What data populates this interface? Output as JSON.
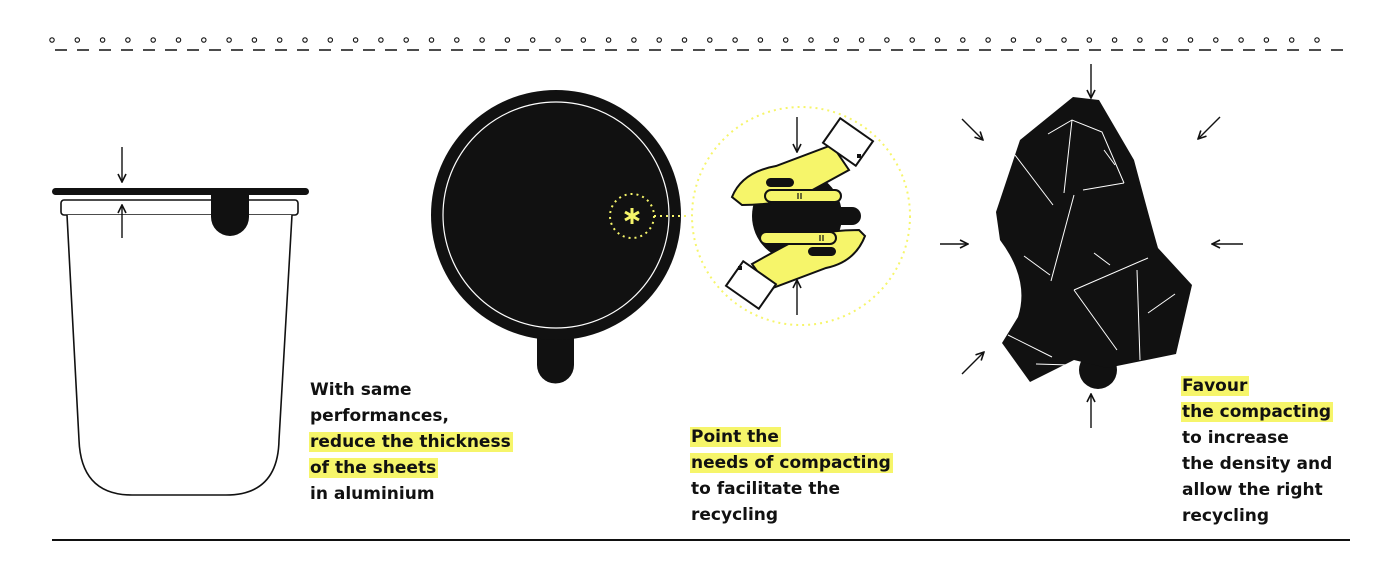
{
  "colors": {
    "ink": "#111111",
    "highlight": "#f6f56a",
    "background": "#ffffff"
  },
  "icons": [
    "cup-side-view",
    "cup-top-view",
    "hands-compacting-icon",
    "crumpled-capsule-icon",
    "asterisk-icon",
    "arrow-icon"
  ],
  "captions": [
    {
      "id": "thickness",
      "lines": [
        {
          "text": "With same",
          "highlight": false
        },
        {
          "text": "performances,",
          "highlight": false
        },
        {
          "text": "reduce the thickness",
          "highlight": true
        },
        {
          "text": "of the sheets",
          "highlight": true
        },
        {
          "text": "in aluminium",
          "highlight": false
        }
      ]
    },
    {
      "id": "point",
      "lines": [
        {
          "text": "Point the",
          "highlight": true
        },
        {
          "text": "needs of compacting",
          "highlight": true
        },
        {
          "text": "to facilitate the",
          "highlight": false
        },
        {
          "text": "recycling",
          "highlight": false
        }
      ]
    },
    {
      "id": "favour",
      "lines": [
        {
          "text": "Favour",
          "highlight": true
        },
        {
          "text": "the compacting",
          "highlight": true
        },
        {
          "text": "to increase",
          "highlight": false
        },
        {
          "text": "the density and",
          "highlight": false
        },
        {
          "text": "allow the right",
          "highlight": false
        },
        {
          "text": "recycling",
          "highlight": false
        }
      ]
    }
  ]
}
